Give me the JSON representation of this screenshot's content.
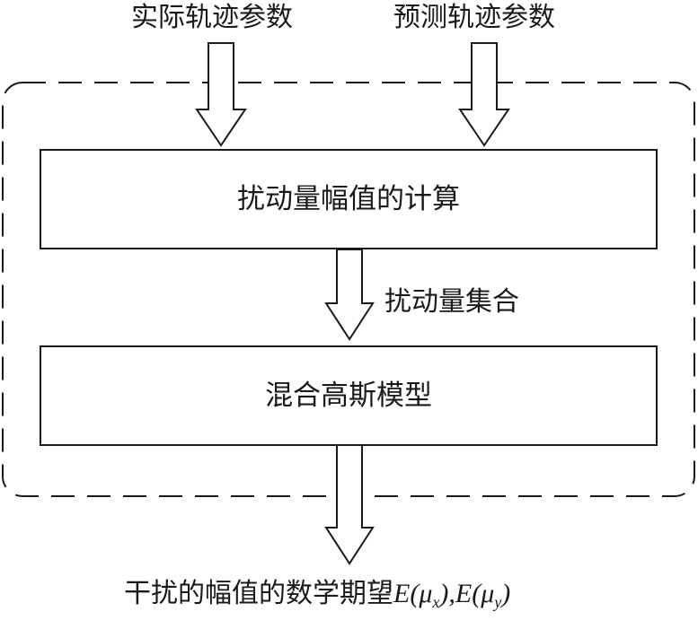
{
  "inputs": {
    "actual": "实际轨迹参数",
    "predicted": "预测轨迹参数"
  },
  "boxes": {
    "disturbance_calc": "扰动量幅值的计算",
    "gmm": "混合高斯模型"
  },
  "edge_label": "扰动量集合",
  "output": {
    "prefix": "干扰的幅值的数学期望",
    "ex_open": "E(μ",
    "ex_sub": "x",
    "ex_close": "),",
    "ey_open": "E(μ",
    "ey_sub": "y",
    "ey_close": ")"
  }
}
